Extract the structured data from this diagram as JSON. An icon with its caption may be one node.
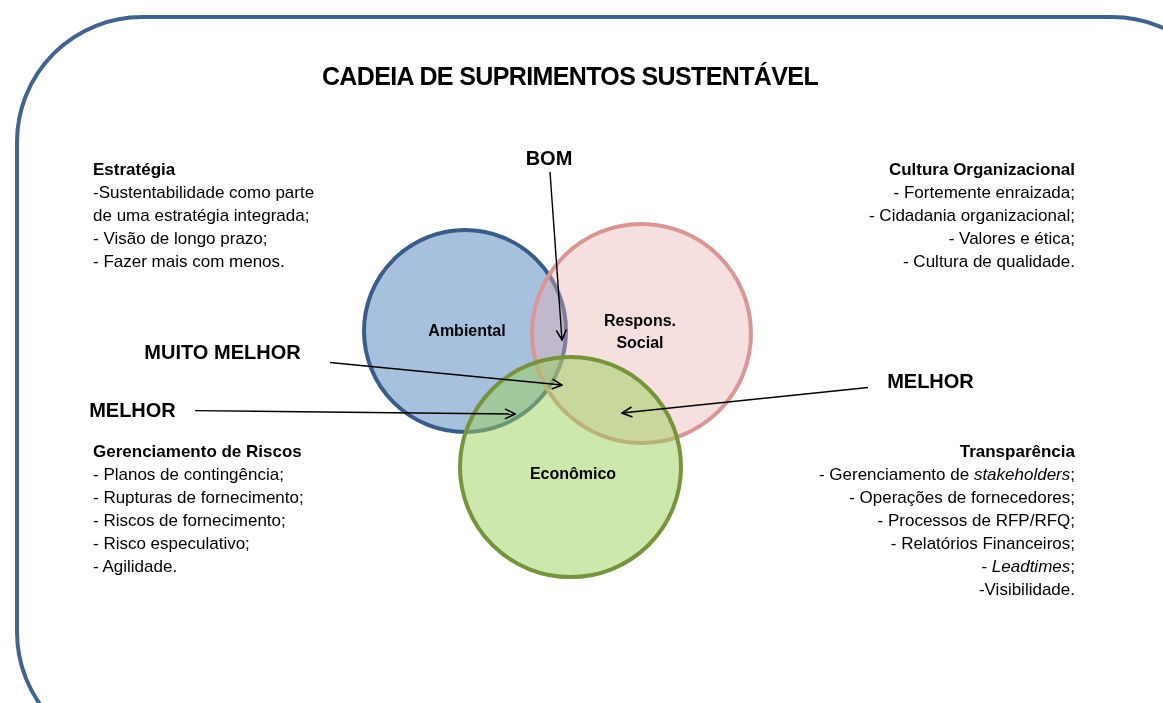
{
  "diagram": {
    "title": "CADEIA DE SUPRIMENTOS SUSTENTÁVEL",
    "nodes": [
      {
        "text": [
          "Ambiental"
        ]
      },
      {
        "text": [
          "Respons. Social"
        ]
      },
      {
        "text": [
          "Econômico"
        ]
      },
      {
        "text": [
          "BOM"
        ]
      },
      {
        "text": [
          "MUITO MELHOR"
        ]
      },
      {
        "text": [
          "MELHOR"
        ]
      },
      {
        "text": [
          "MELHOR"
        ]
      }
    ],
    "edges": [
      {
        "from": 3,
        "to": 0,
        "arrow": "to"
      },
      {
        "from": 3,
        "to": 1,
        "arrow": "to"
      },
      {
        "from": 4,
        "to": 0,
        "arrow": "to"
      },
      {
        "from": 4,
        "to": 1,
        "arrow": "to"
      },
      {
        "from": 4,
        "to": 2,
        "arrow": "to"
      },
      {
        "from": 5,
        "to": 0,
        "arrow": "to"
      },
      {
        "from": 5,
        "to": 2,
        "arrow": "to"
      },
      {
        "from": 6,
        "to": 1,
        "arrow": "to"
      },
      {
        "from": 6,
        "to": 2,
        "arrow": "to"
      }
    ],
    "labels": [
      "Estratégia",
      "-Sustentabilidade como parte de uma estratégia integrada;",
      "- Visão de longo prazo;",
      "- Fazer mais com menos.",
      "Cultura Organizacional",
      "- Fortemente enraizada;",
      "- Cidadania organizacional;",
      "- Valores e ética;",
      "- Cultura de qualidade.",
      "Gerenciamento de Riscos",
      "- Planos de contingência;",
      "- Rupturas de fornecimento;",
      "- Riscos de fornecimento;",
      "- Risco especulativo;",
      "- Agilidade.",
      "Transparência",
      "- Gerenciamento de *stakeholders*;",
      "- Operações de fornecedores;",
      "- Processos de RFP/RFQ;",
      "- Relatórios Financeiros;",
      "- *Leadtimes*;",
      "-Visibilidade."
    ]
  }
}
